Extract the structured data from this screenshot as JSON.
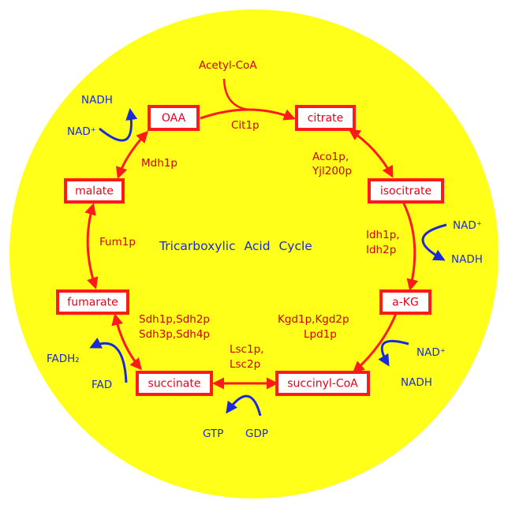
{
  "colors": {
    "background": "#ffffff",
    "disc": "#ffff1a",
    "cycle_red": "#ff1a1a",
    "text_red": "#d40000",
    "cofactor_blue": "#1a2ad8"
  },
  "title": {
    "word1": "Tricarboxylic",
    "word2": "Acid",
    "word3": "Cycle"
  },
  "input": {
    "acetyl": "Acetyl-CoA"
  },
  "metabolites": {
    "oaa": "OAA",
    "citrate": "citrate",
    "isocitrate": "isocitrate",
    "akg": "a-KG",
    "succinyl_coa": "succinyl-CoA",
    "succinate": "succinate",
    "fumarate": "fumarate",
    "malate": "malate"
  },
  "enzymes": {
    "cit": "Cit1p",
    "aco_1": "Aco1p,",
    "aco_2": "Yjl200p",
    "idh_1": "Idh1p,",
    "idh_2": "Idh2p",
    "kgd_1": "Kgd1p,Kgd2p",
    "kgd_2": "Lpd1p",
    "lsc_1": "Lsc1p,",
    "lsc_2": "Lsc2p",
    "sdh_1": "Sdh1p,Sdh2p",
    "sdh_2": "Sdh3p,Sdh4p",
    "fum": "Fum1p",
    "mdh": "Mdh1p"
  },
  "cofactors": {
    "mdh_out": "NADH",
    "mdh_in": "NAD⁺",
    "idh_in": "NAD⁺",
    "idh_out": "NADH",
    "kgd_in": "NAD⁺",
    "kgd_out": "NADH",
    "lsc_in": "GDP",
    "lsc_out": "GTP",
    "sdh_in": "FAD",
    "sdh_out": "FADH₂"
  }
}
